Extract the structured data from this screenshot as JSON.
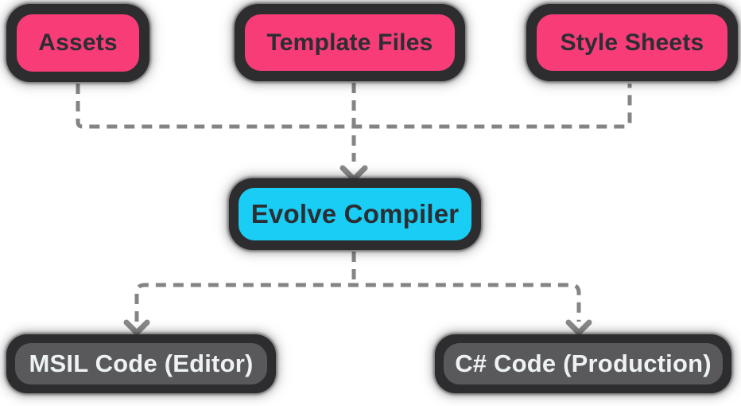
{
  "diagram": {
    "nodes": {
      "assets": {
        "label": "Assets",
        "fill": "#f73c78"
      },
      "template_files": {
        "label": "Template Files",
        "fill": "#f73c78"
      },
      "style_sheets": {
        "label": "Style Sheets",
        "fill": "#f73c78"
      },
      "evolve_compiler": {
        "label": "Evolve Compiler",
        "fill": "#1acdf5"
      },
      "msil_code": {
        "label": "MSIL Code (Editor)",
        "fill": "#59595c"
      },
      "csharp_code": {
        "label": "C# Code (Production)",
        "fill": "#59595c"
      }
    },
    "edges": [
      {
        "from": "assets",
        "to": "evolve_compiler",
        "style": "dashed"
      },
      {
        "from": "template_files",
        "to": "evolve_compiler",
        "style": "dashed",
        "arrow": "down-chevron"
      },
      {
        "from": "style_sheets",
        "to": "evolve_compiler",
        "style": "dashed"
      },
      {
        "from": "evolve_compiler",
        "to": "msil_code",
        "style": "dashed",
        "arrow": "down-chevron"
      },
      {
        "from": "evolve_compiler",
        "to": "csharp_code",
        "style": "dashed",
        "arrow": "down-chevron"
      }
    ],
    "colors": {
      "node_border": "#2d2d30",
      "pink": "#f73c78",
      "cyan": "#1acdf5",
      "gray": "#59595c",
      "dark_text": "#2b2e33",
      "light_text": "#eef3f2",
      "connector": "#848484",
      "background": "#ffffff"
    }
  }
}
